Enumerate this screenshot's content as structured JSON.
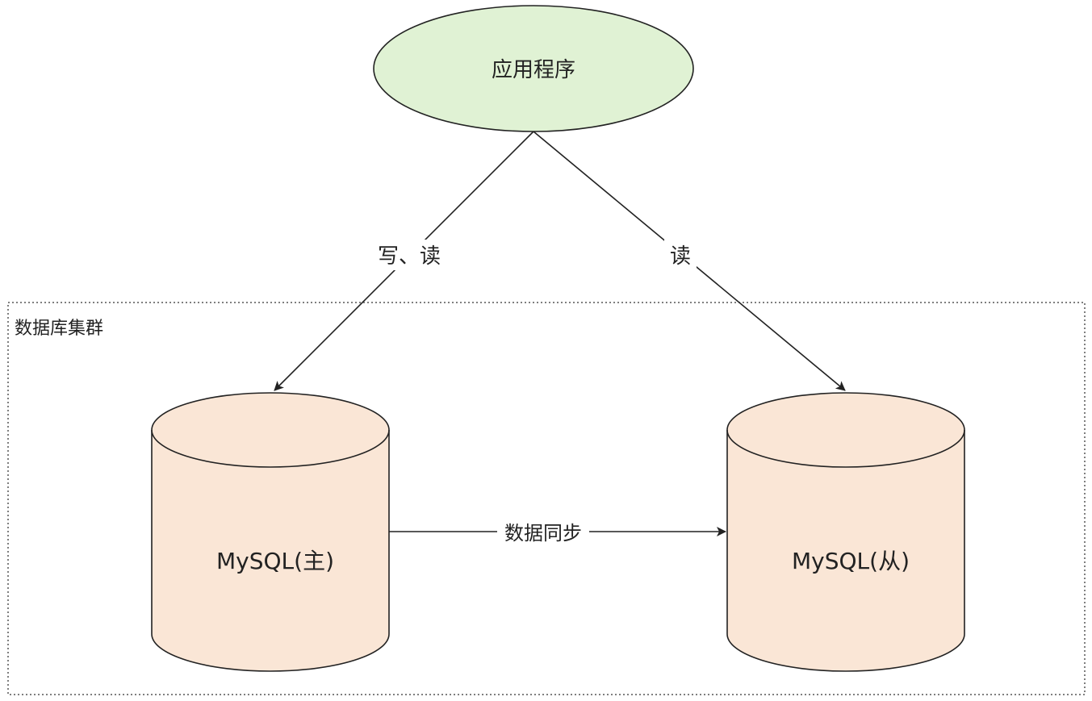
{
  "nodes": {
    "app": {
      "label": "应用程序",
      "fill": "#e0f2d4"
    },
    "cluster": {
      "label": "数据库集群"
    },
    "master": {
      "label": "MySQL(主)",
      "fill": "#fae6d6"
    },
    "slave": {
      "label": "MySQL(从)",
      "fill": "#fae6d6"
    }
  },
  "edges": {
    "app_to_master": {
      "label": "写、读"
    },
    "app_to_slave": {
      "label": "读"
    },
    "master_to_slave": {
      "label": "数据同步"
    }
  }
}
